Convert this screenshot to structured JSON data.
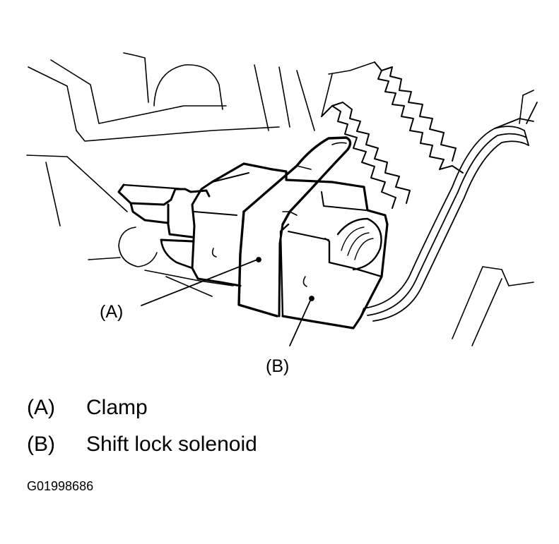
{
  "figure": {
    "callouts": [
      {
        "key": "(A)",
        "text": "Clamp"
      },
      {
        "key": "(B)",
        "text": "Shift lock solenoid"
      }
    ],
    "figure_id": "G01998686"
  }
}
